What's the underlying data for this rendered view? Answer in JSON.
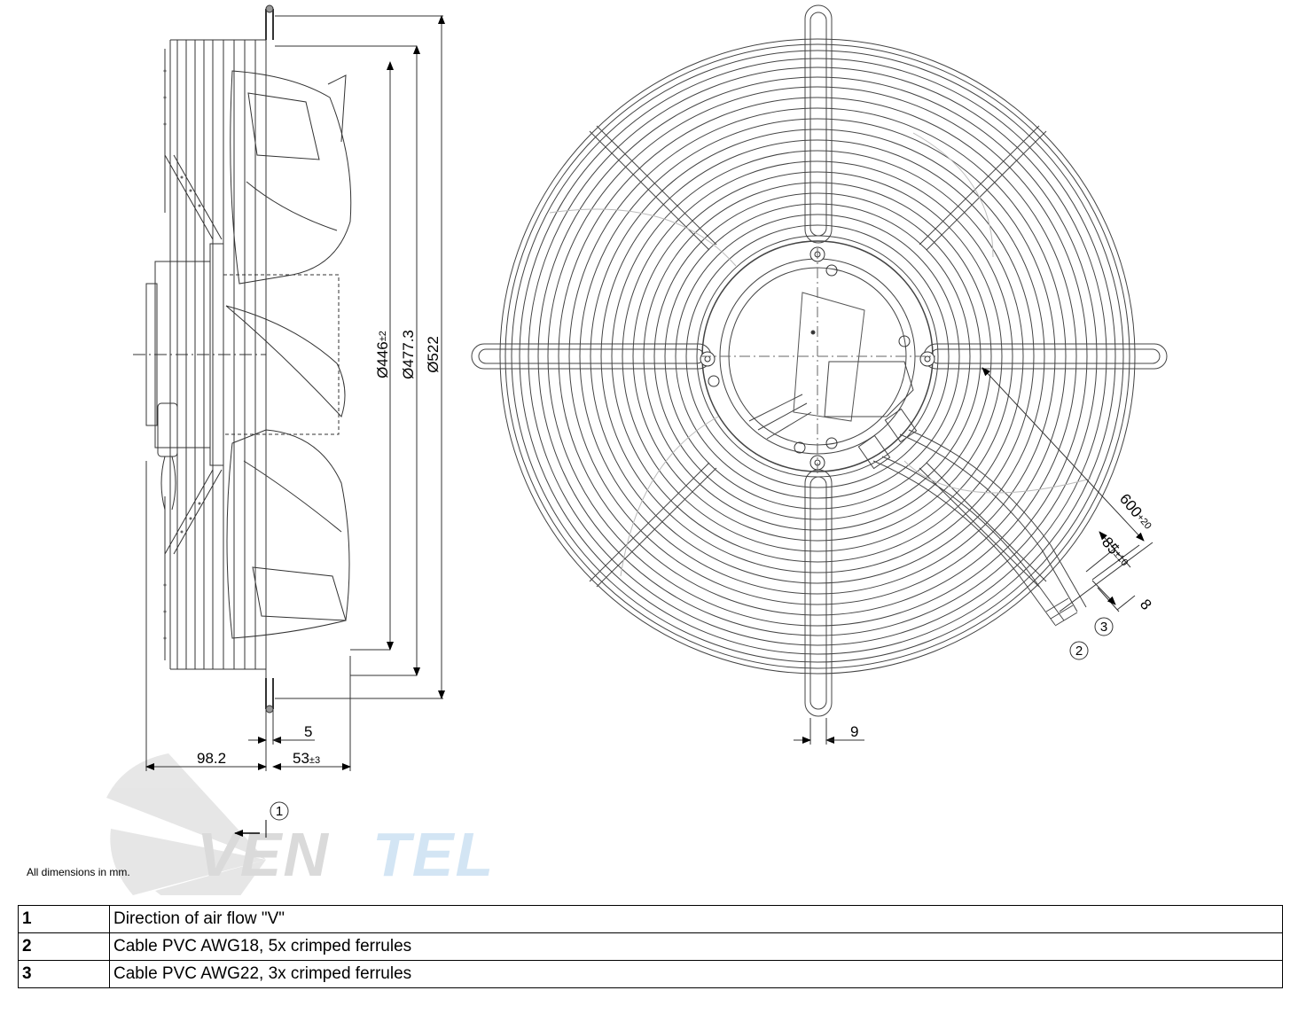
{
  "dimensions": {
    "d446": "Ø446",
    "d446_tol": "±2",
    "d477": "Ø477.3",
    "d522": "Ø522",
    "width_98": "98.2",
    "width_5": "5",
    "width_53": "53",
    "width_53_tol": "±3",
    "width_9": "9",
    "cable_600": "600",
    "cable_600_tol": "+20",
    "cable_85": "85",
    "cable_85_tol": "±10",
    "cable_8": "8"
  },
  "callouts": [
    "1",
    "2",
    "3"
  ],
  "watermark": "VenTEL",
  "note": "All dimensions in mm.",
  "legend": [
    {
      "num": "1",
      "text": "Direction of air flow \"V\""
    },
    {
      "num": "2",
      "text": "Cable PVC AWG18, 5x crimped ferrules"
    },
    {
      "num": "3",
      "text": "Cable PVC AWG22, 3x crimped ferrules"
    }
  ],
  "colors": {
    "line": "#333333",
    "watermark_gray": "#d6d6d6",
    "watermark_blue": "#cfe3f3"
  }
}
